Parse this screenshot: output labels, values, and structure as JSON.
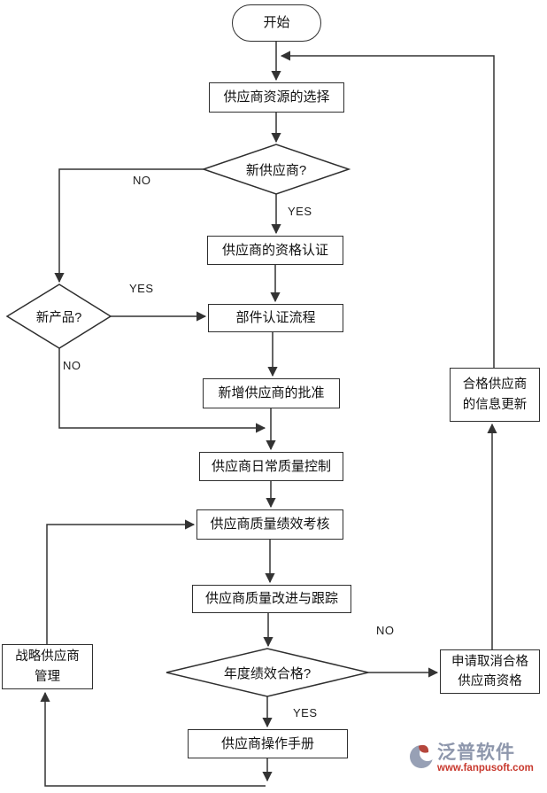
{
  "nodes": {
    "start": {
      "label": "开始"
    },
    "resource_select": {
      "label": "供应商资源的选择"
    },
    "new_supplier_decision": {
      "label": "新供应商?"
    },
    "qualification": {
      "label": "供应商的资格认证"
    },
    "new_product_decision": {
      "label": "新产品?"
    },
    "component_cert": {
      "label": "部件认证流程"
    },
    "approval": {
      "label": "新增供应商的批准"
    },
    "daily_quality": {
      "label": "供应商日常质量控制"
    },
    "performance_review": {
      "label": "供应商质量绩效考核"
    },
    "improvement": {
      "label": "供应商质量改进与跟踪"
    },
    "annual_decision": {
      "label": "年度绩效合格?"
    },
    "manual": {
      "label": "供应商操作手册"
    },
    "strategic": {
      "line1": "战略供应商",
      "line2": "管理"
    },
    "cancel": {
      "line1": "申请取消合格",
      "line2": "供应商资格"
    },
    "update": {
      "line1": "合格供应商",
      "line2": "的信息更新"
    }
  },
  "edge_labels": {
    "new_supplier_no": "NO",
    "new_supplier_yes": "YES",
    "new_product_yes": "YES",
    "new_product_no": "NO",
    "annual_yes": "YES",
    "annual_no": "NO"
  },
  "watermark": {
    "brand": "泛普软件",
    "url": "www.fanpusoft.com"
  },
  "colors": {
    "line": "#333333",
    "node_border": "#2f2f2f",
    "watermark_brand": "#8e97ac",
    "watermark_url": "#c8392e"
  }
}
